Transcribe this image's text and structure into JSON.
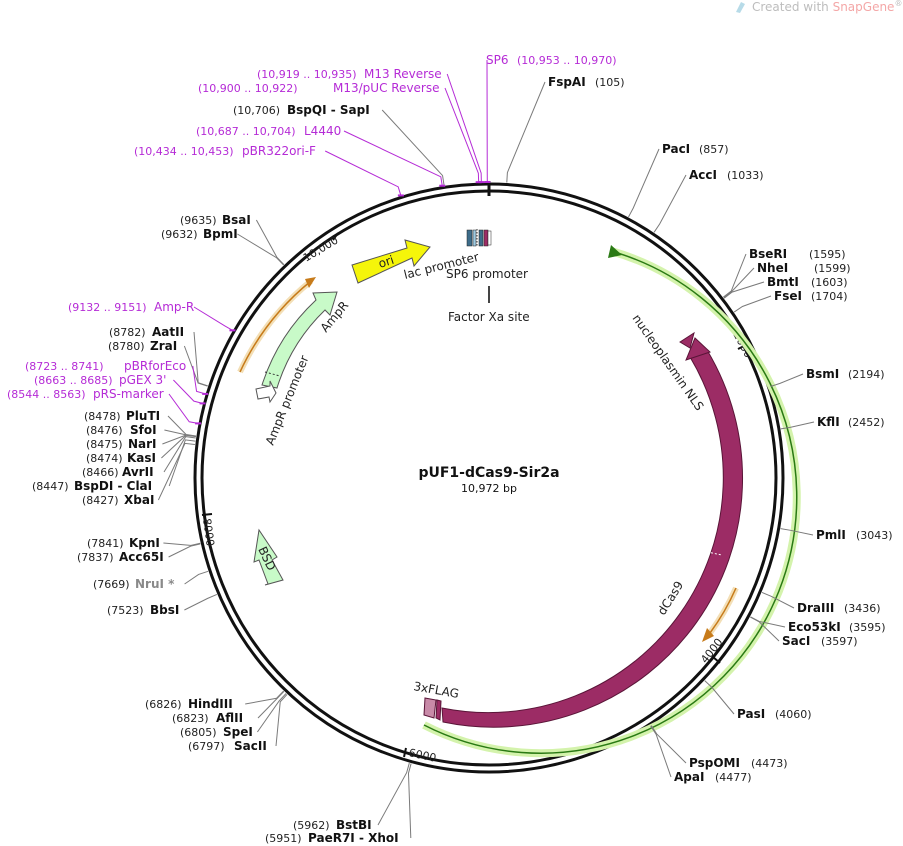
{
  "plasmid": {
    "name": "pUF1-dCas9-Sir2a",
    "length_label": "10,972 bp",
    "length": 10972
  },
  "credit": {
    "prefix": "Created with ",
    "brand": "SnapGene",
    "mark": "®"
  },
  "ticks": [
    "2000",
    "4000",
    "6000",
    "8000",
    "10,000"
  ],
  "features": {
    "nucleoplasmin_nls": "nucleoplasmin NLS",
    "dcas9": "dCas9",
    "flag": "3xFLAG",
    "ori": "ori",
    "ampr": "AmpR",
    "ampr_promoter": "AmpR promoter",
    "bsd": "BSD",
    "lac_promoter": "lac promoter",
    "sp6_promoter": "SP6 promoter",
    "factor_xa": "Factor Xa site"
  },
  "colors": {
    "backbone": "#111111",
    "dcas9": "#9c2c65",
    "ori": "#f5f50a",
    "ampr": "#c8fac8",
    "orf_arrow": "#e9a64a",
    "orf_highlight": "#c9f0a0",
    "primer": "#b52bd6",
    "leader": "#7a7a7a"
  },
  "primers": [
    {
      "pos": "(10,953 .. 10,970)",
      "name": "SP6"
    },
    {
      "pos": "(10,919 .. 10,935)",
      "name": "M13 Reverse"
    },
    {
      "pos": "(10,900 .. 10,922)",
      "name": "M13/pUC Reverse"
    },
    {
      "pos": "(10,687 .. 10,704)",
      "name": "L4440"
    },
    {
      "pos": "(10,434 .. 10,453)",
      "name": "pBR322ori-F"
    },
    {
      "pos": "(9132 .. 9151)",
      "name": "Amp-R"
    },
    {
      "pos": "(8723 .. 8741)",
      "name": "pBRforEco"
    },
    {
      "pos": "(8663 .. 8685)",
      "name": "pGEX 3'"
    },
    {
      "pos": "(8544 .. 8563)",
      "name": "pRS-marker"
    }
  ],
  "enzymes": [
    {
      "name": "FspAI",
      "pos": "(105)"
    },
    {
      "name": "PacI",
      "pos": "(857)"
    },
    {
      "name": "AccI",
      "pos": "(1033)"
    },
    {
      "name": "BseRI",
      "pos": "(1595)"
    },
    {
      "name": "NheI",
      "pos": "(1599)"
    },
    {
      "name": "BmtI",
      "pos": "(1603)"
    },
    {
      "name": "FseI",
      "pos": "(1704)"
    },
    {
      "name": "BsmI",
      "pos": "(2194)"
    },
    {
      "name": "KflI",
      "pos": "(2452)"
    },
    {
      "name": "PmlI",
      "pos": "(3043)"
    },
    {
      "name": "DraIII",
      "pos": "(3436)"
    },
    {
      "name": "Eco53kI",
      "pos": "(3595)"
    },
    {
      "name": "SacI",
      "pos": "(3597)"
    },
    {
      "name": "PasI",
      "pos": "(4060)"
    },
    {
      "name": "PspOMI",
      "pos": "(4473)"
    },
    {
      "name": "ApaI",
      "pos": "(4477)"
    },
    {
      "name": "BstBI",
      "pos": "(5962)"
    },
    {
      "name": "PaeR7I - XhoI",
      "pos": "(5951)"
    },
    {
      "name": "SacII",
      "pos": "(6797)"
    },
    {
      "name": "SpeI",
      "pos": "(6805)"
    },
    {
      "name": "AflII",
      "pos": "(6823)"
    },
    {
      "name": "HindIII",
      "pos": "(6826)"
    },
    {
      "name": "BbsI",
      "pos": "(7523)"
    },
    {
      "name": "NruI *",
      "pos": "(7669)"
    },
    {
      "name": "Acc65I",
      "pos": "(7837)"
    },
    {
      "name": "KpnI",
      "pos": "(7841)"
    },
    {
      "name": "XbaI",
      "pos": "(8427)"
    },
    {
      "name": "BspDI - ClaI",
      "pos": "(8447)"
    },
    {
      "name": "AvrII",
      "pos": "(8466)"
    },
    {
      "name": "KasI",
      "pos": "(8474)"
    },
    {
      "name": "NarI",
      "pos": "(8475)"
    },
    {
      "name": "SfoI",
      "pos": "(8476)"
    },
    {
      "name": "PluTI",
      "pos": "(8478)"
    },
    {
      "name": "ZraI",
      "pos": "(8780)"
    },
    {
      "name": "AatII",
      "pos": "(8782)"
    },
    {
      "name": "BpmI",
      "pos": "(9632)"
    },
    {
      "name": "BsaI",
      "pos": "(9635)"
    },
    {
      "name": "BspQI - SapI",
      "pos": "(10,706)"
    }
  ]
}
